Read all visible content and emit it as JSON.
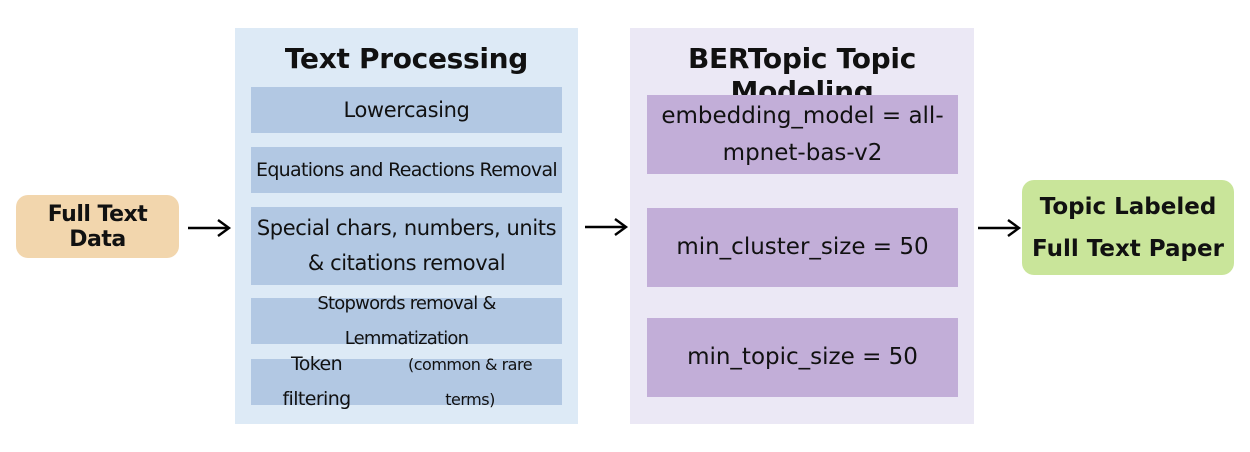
{
  "input": {
    "label": "Full Text Data"
  },
  "text_processing": {
    "title": "Text Processing",
    "steps": [
      "Lowercasing",
      "Equations and Reactions Removal",
      "Special chars, numbers, units",
      "& citations removal",
      "Stopwords removal & Lemmatization",
      "Token filtering",
      "(common & rare terms)"
    ]
  },
  "bertopic": {
    "title": "BERTopic Topic Modeling",
    "params": [
      "embedding_model = all-",
      "mpnet-bas-v2",
      "min_cluster_size = 50",
      "min_topic_size = 50"
    ]
  },
  "output": {
    "line1": "Topic Labeled",
    "line2": "Full Text Paper"
  },
  "colors": {
    "input_fill": "#f2d6ad",
    "text_processing_panel": "#ddeaf6",
    "text_processing_step": "#b2c8e3",
    "bertopic_panel": "#ebe8f5",
    "bertopic_param": "#c2aed8",
    "output_fill": "#c9e59a"
  }
}
